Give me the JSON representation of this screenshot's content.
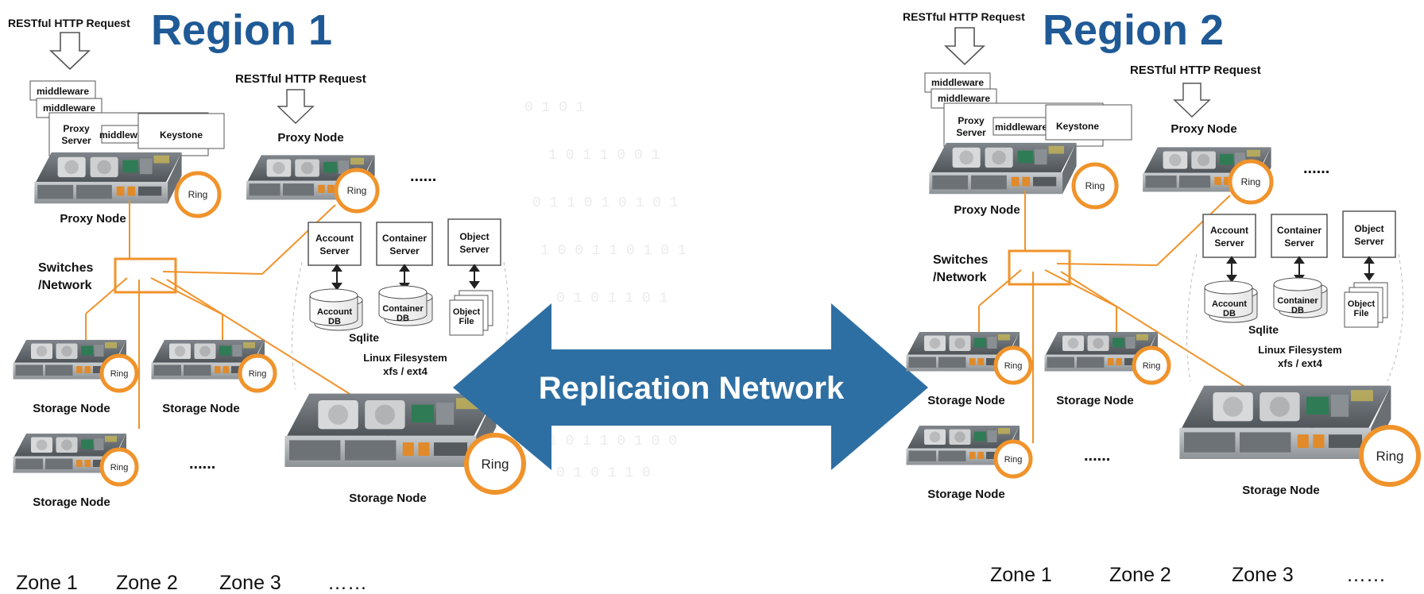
{
  "region1": {
    "title": "Region 1",
    "request_main": "RESTful HTTP Request",
    "request_proxy": "RESTful HTTP Request",
    "middleware_1": "middleware",
    "middleware_2": "middleware",
    "proxy_server": [
      "Proxy",
      "Server"
    ],
    "middleware_3": "middleware",
    "keystone": "Keystone",
    "proxy_node_1": "Proxy Node",
    "proxy_node_2": "Proxy Node",
    "switches": [
      "Switches",
      "/Network"
    ],
    "account_server": [
      "Account",
      "Server"
    ],
    "container_server": [
      "Container",
      "Server"
    ],
    "object_server": [
      "Object",
      "Server"
    ],
    "account_db": [
      "Account",
      "DB"
    ],
    "container_db": [
      "Container",
      "DB"
    ],
    "object_file": [
      "Object",
      "File"
    ],
    "sqlite": "Sqlite",
    "filesystem": [
      "Linux Filesystem",
      "xfs / ext4"
    ],
    "storage_node_1": "Storage Node",
    "storage_node_2": "Storage Node",
    "storage_node_3": "Storage Node",
    "storage_node_big": "Storage Node",
    "ellipsis_top": "......",
    "ellipsis_bottom": "......",
    "zones": [
      "Zone 1",
      "Zone 2",
      "Zone 3",
      "……"
    ]
  },
  "region2": {
    "title": "Region 2",
    "request_main": "RESTful HTTP Request",
    "request_proxy": "RESTful HTTP Request",
    "middleware_1": "middleware",
    "middleware_2": "middleware",
    "proxy_server": [
      "Proxy",
      "Server"
    ],
    "middleware_3": "middleware",
    "keystone": "Keystone",
    "proxy_node_1": "Proxy Node",
    "proxy_node_2": "Proxy Node",
    "switches": [
      "Switches",
      "/Network"
    ],
    "account_server": [
      "Account",
      "Server"
    ],
    "container_server": [
      "Container",
      "Server"
    ],
    "object_server": [
      "Object",
      "Server"
    ],
    "account_db": [
      "Account",
      "DB"
    ],
    "container_db": [
      "Container",
      "DB"
    ],
    "object_file": [
      "Object",
      "File"
    ],
    "sqlite": "Sqlite",
    "filesystem": [
      "Linux Filesystem",
      "xfs / ext4"
    ],
    "storage_node_1": "Storage Node",
    "storage_node_2": "Storage Node",
    "storage_node_3": "Storage Node",
    "storage_node_big": "Storage Node",
    "ellipsis_top": "......",
    "ellipsis_bottom": "......",
    "zones": [
      "Zone 1",
      "Zone 2",
      "Zone 3",
      "……"
    ]
  },
  "ring_label": "Ring",
  "replication_network": "Replication Network",
  "colors": {
    "region_title": "#1f5a96",
    "arrow": "#2e6fa3",
    "ring": "#f0932b",
    "link": "#f0932b"
  },
  "icons": [
    "down-arrow-icon",
    "server-icon",
    "ring-icon",
    "database-icon",
    "file-icon",
    "switch-icon",
    "double-arrow-icon"
  ]
}
